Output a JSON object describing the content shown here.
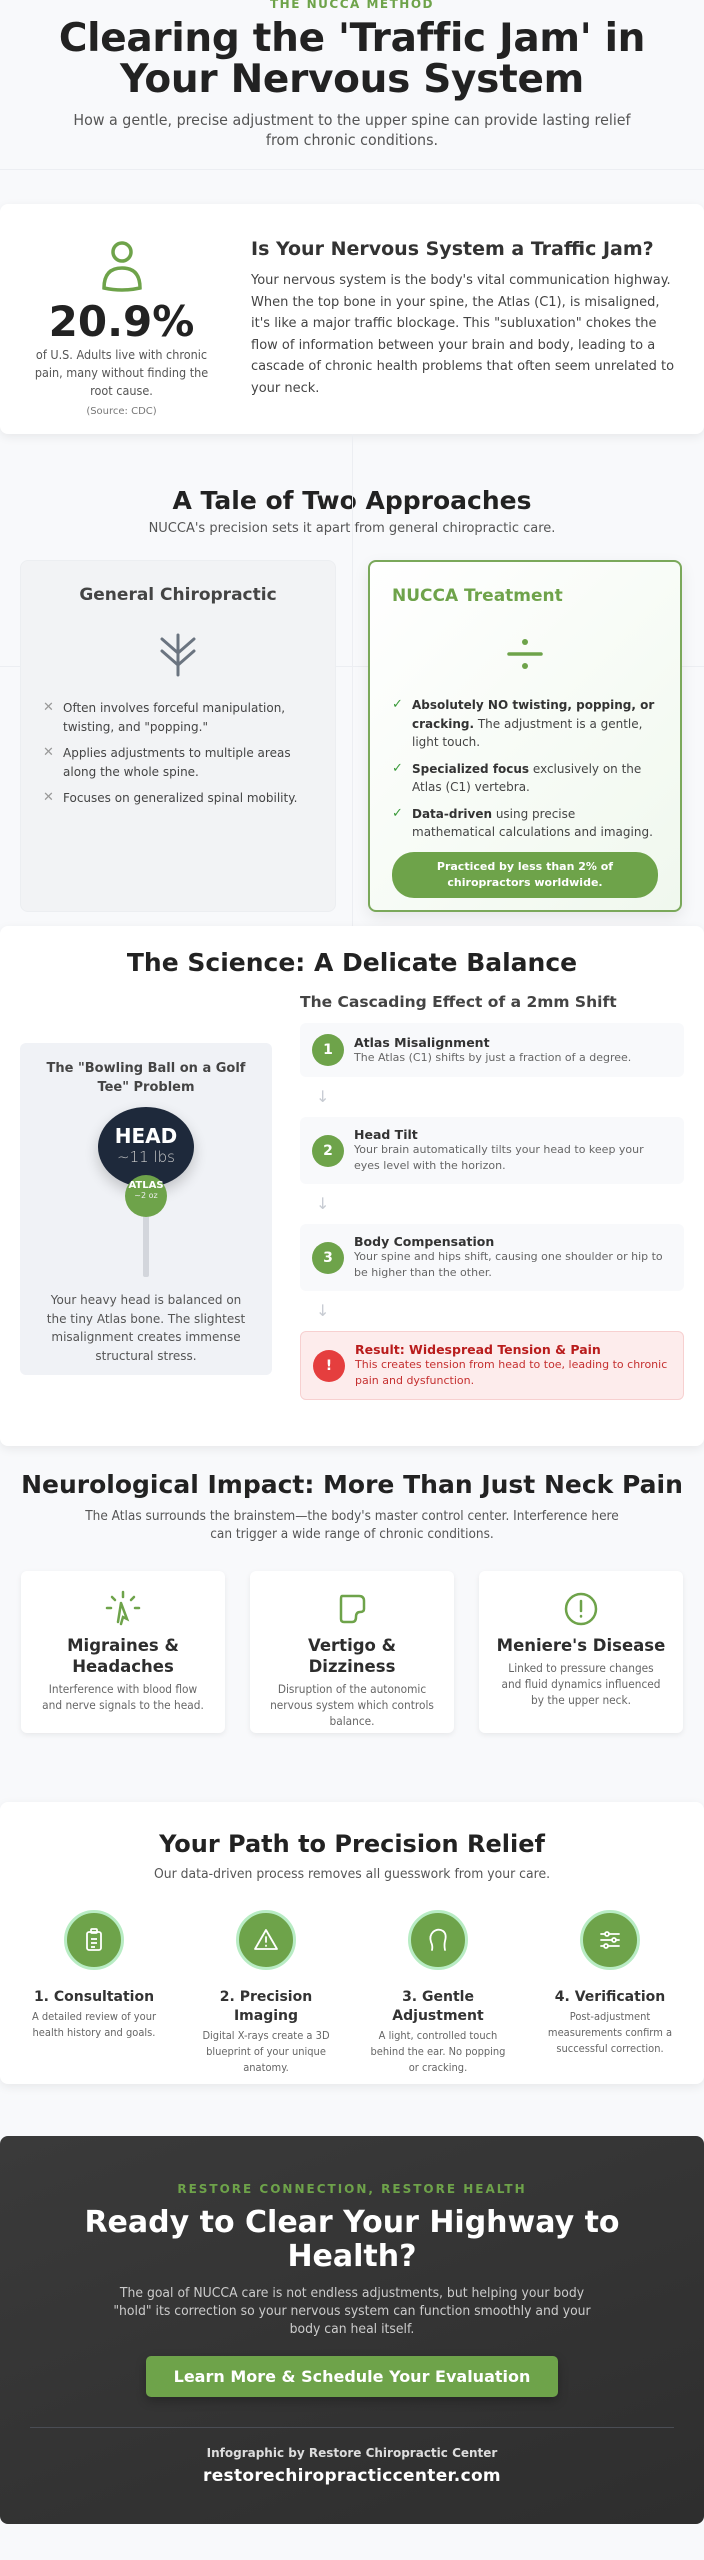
{
  "hero": {
    "eyebrow": "THE NUCCA METHOD",
    "title": "Clearing the 'Traffic Jam' in Your Nervous System",
    "subtitle": "How a gentle, precise adjustment to the upper spine can provide lasting relief from chronic conditions."
  },
  "intro": {
    "icon": "person-icon",
    "stat": "20.9%",
    "stat_desc": "of U.S. Adults live with chronic pain, many without finding the root cause.",
    "stat_source": "(Source: CDC)",
    "heading": "Is Your Nervous System a Traffic Jam?",
    "body": "Your nervous system is the body's vital communication highway. When the top bone in your spine, the Atlas (C1), is misaligned, it's like a major traffic blockage. This \"subluxation\" chokes the flow of information between your brain and body, leading to a cascade of chronic health problems that often seem unrelated to your neck."
  },
  "approaches": {
    "title": "A Tale of Two Approaches",
    "subtitle": "NUCCA's precision sets it apart from general chiropractic care.",
    "general": {
      "title": "General Chiropractic",
      "icon": "spread-arrows-icon",
      "items": [
        "Often involves forceful manipulation, twisting, and \"popping.\"",
        "Applies adjustments to multiple areas along the whole spine.",
        "Focuses on generalized spinal mobility."
      ]
    },
    "nucca": {
      "title": "NUCCA Treatment",
      "icon": "divide-icon",
      "items": [
        {
          "bold": "Absolutely NO twisting, popping, or cracking.",
          "rest": " The adjustment is a gentle, light touch."
        },
        {
          "bold": "Specialized focus",
          "rest": " exclusively on the Atlas (C1) vertebra."
        },
        {
          "bold": "Data-driven",
          "rest": " using precise mathematical calculations and imaging."
        }
      ],
      "badge": "Practiced by less than 2% of chiropractors worldwide."
    }
  },
  "science": {
    "title": "The Science: A Delicate Balance",
    "bowling": {
      "title": "The \"Bowling Ball on a Golf Tee\" Problem",
      "head_label": "HEAD",
      "head_weight": "~11 lbs",
      "atlas_label": "ATLAS",
      "atlas_weight": "~2 oz",
      "caption": "Your heavy head is balanced on the tiny Atlas bone. The slightest misalignment creates immense structural stress."
    },
    "cascade": {
      "title": "The Cascading Effect of a 2mm Shift",
      "steps": [
        {
          "num": "1",
          "title": "Atlas Misalignment",
          "desc": "The Atlas (C1) shifts by just a fraction of a degree."
        },
        {
          "num": "2",
          "title": "Head Tilt",
          "desc": "Your brain automatically tilts your head to keep your eyes level with the horizon."
        },
        {
          "num": "3",
          "title": "Body Compensation",
          "desc": "Your spine and hips shift, causing one shoulder or hip to be higher than the other."
        },
        {
          "num": "!",
          "title": "Result: Widespread Tension & Pain",
          "desc": "This creates tension from head to toe, leading to chronic pain and dysfunction."
        }
      ],
      "arrow": "↓"
    }
  },
  "neuro": {
    "title": "Neurological Impact: More Than Just Neck Pain",
    "subtitle": "The Atlas surrounds the brainstem—the body's master control center. Interference here can trigger a wide range of chronic conditions.",
    "cards": [
      {
        "icon": "click-burst-icon",
        "title": "Migraines & Headaches",
        "desc": "Interference with blood flow and nerve signals to the head."
      },
      {
        "icon": "sticky-note-icon",
        "title": "Vertigo & Dizziness",
        "desc": "Disruption of the autonomic nervous system which controls balance."
      },
      {
        "icon": "alert-circle-icon",
        "title": "Meniere's Disease",
        "desc": "Linked to pressure changes and fluid dynamics influenced by the upper neck."
      }
    ]
  },
  "path": {
    "title": "Your Path to Precision Relief",
    "subtitle": "Our data-driven process removes all guesswork from your care.",
    "steps": [
      {
        "icon": "clipboard-icon",
        "title": "1. Consultation",
        "desc": "A detailed review of your health history and goals."
      },
      {
        "icon": "warning-triangle-icon",
        "title": "2. Precision Imaging",
        "desc": "Digital X-rays create a 3D blueprint of your unique anatomy."
      },
      {
        "icon": "head-outline-icon",
        "title": "3. Gentle Adjustment",
        "desc": "A light, controlled touch behind the ear. No popping or cracking."
      },
      {
        "icon": "sliders-icon",
        "title": "4. Verification",
        "desc": "Post-adjustment measurements confirm a successful correction."
      }
    ]
  },
  "cta": {
    "eyebrow": "RESTORE CONNECTION, RESTORE HEALTH",
    "title": "Ready to Clear Your Highway to Health?",
    "body": "The goal of NUCCA care is not endless adjustments, but helping your body \"hold\" its correction so your nervous system can function smoothly and your body can heal itself.",
    "button": "Learn More & Schedule Your Evaluation",
    "credit": "Infographic by Restore Chiropractic Center",
    "url": "restorechiropracticcenter.com"
  },
  "colors": {
    "accent_green": "#6ea34a",
    "dark_navy": "#1e293b",
    "alert_red": "#e53e3e",
    "cta_bg": "#333333"
  }
}
